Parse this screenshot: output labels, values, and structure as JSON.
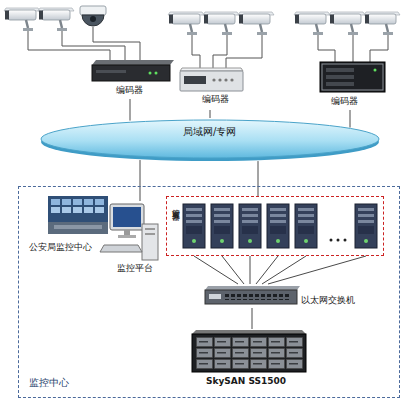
{
  "diagram": {
    "nodes": [
      {
        "text": [
          "编码器"
        ]
      },
      {
        "text": [
          "编码器"
        ]
      },
      {
        "text": [
          "编码器"
        ]
      },
      {
        "text": [
          "局域网/专网"
        ]
      },
      {
        "text": [
          "监控中心"
        ]
      },
      {
        "text": [
          "公安局监控中心"
        ],
        "in": 4
      },
      {
        "text": [
          "监控平台"
        ],
        "in": 4
      },
      {
        "text": [
          "管理服务器"
        ],
        "in": 4
      },
      {
        "text": [
          "以太网交换机"
        ],
        "in": 4
      },
      {
        "text": [
          "SkySAN SS1500"
        ],
        "in": 4
      }
    ],
    "edges": [
      {
        "from": 0,
        "to": 3,
        "arrow": "none"
      },
      {
        "from": 1,
        "to": 3,
        "arrow": "none"
      },
      {
        "from": 2,
        "to": 3,
        "arrow": "none"
      },
      {
        "from": 3,
        "to": 6,
        "arrow": "none"
      },
      {
        "from": 3,
        "to": 7,
        "arrow": "none"
      },
      {
        "from": 7,
        "to": 8,
        "arrow": "none"
      },
      {
        "from": 8,
        "to": 9,
        "arrow": "none"
      }
    ]
  }
}
